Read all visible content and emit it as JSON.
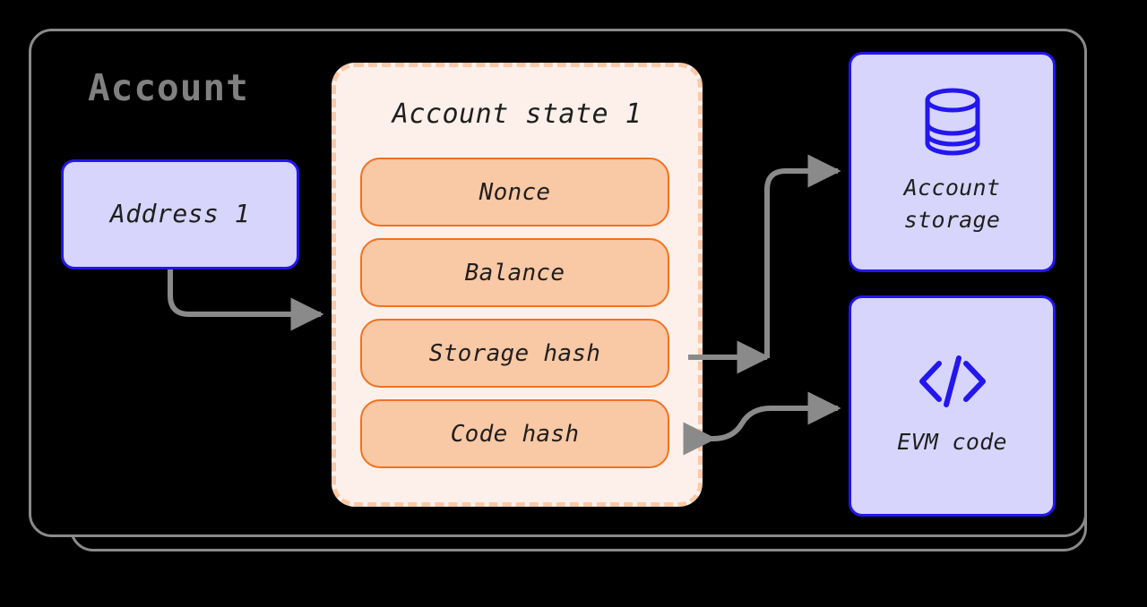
{
  "diagram": {
    "title": "Account",
    "title_color": "#808080",
    "background": "#000000",
    "accent_blue": "#2316ef",
    "accent_lavender": "#d7d5fc",
    "accent_orange": "#f3711f",
    "accent_peach": "#f9c8a4",
    "accent_cream": "#fdf0ea",
    "arrow_gray": "#8a8a8a"
  },
  "address": {
    "label": "Address 1"
  },
  "account_state": {
    "title": "Account state 1",
    "fields": [
      {
        "label": "Nonce"
      },
      {
        "label": "Balance"
      },
      {
        "label": "Storage hash"
      },
      {
        "label": "Code hash"
      }
    ]
  },
  "side_boxes": [
    {
      "id": "account-storage",
      "icon": "database-icon",
      "label_line1": "Account",
      "label_line2": "storage"
    },
    {
      "id": "evm-code",
      "icon": "code-brackets-icon",
      "label_line1": "EVM code",
      "label_line2": ""
    }
  ],
  "connections": [
    {
      "from": "address-box",
      "to": "account-state",
      "direction": "one-way"
    },
    {
      "from": "account-storage",
      "to": "storage-hash",
      "direction": "two-way"
    },
    {
      "from": "evm-code",
      "to": "code-hash",
      "direction": "two-way"
    }
  ]
}
